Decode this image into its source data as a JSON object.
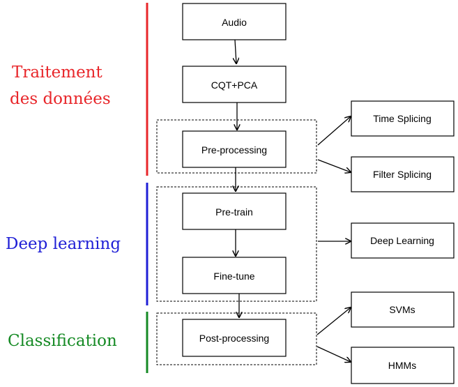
{
  "sections": {
    "data_processing": {
      "line1": "Traitement",
      "line2": "des données",
      "color": "#e8262a"
    },
    "deep_learning": {
      "label": "Deep learning",
      "color": "#1f1fd6"
    },
    "classification": {
      "label": "Classification",
      "color": "#158a24"
    }
  },
  "pipeline": {
    "audio": "Audio",
    "cqt_pca": "CQT+PCA",
    "pre_processing": "Pre-processing",
    "pre_train": "Pre-train",
    "fine_tune": "Fine-tune",
    "post_processing": "Post-processing"
  },
  "outputs": {
    "time_splicing": "Time Splicing",
    "filter_splicing": "Filter Splicing",
    "deep_learning": "Deep Learning",
    "svms": "SVMs",
    "hmms": "HMMs"
  }
}
